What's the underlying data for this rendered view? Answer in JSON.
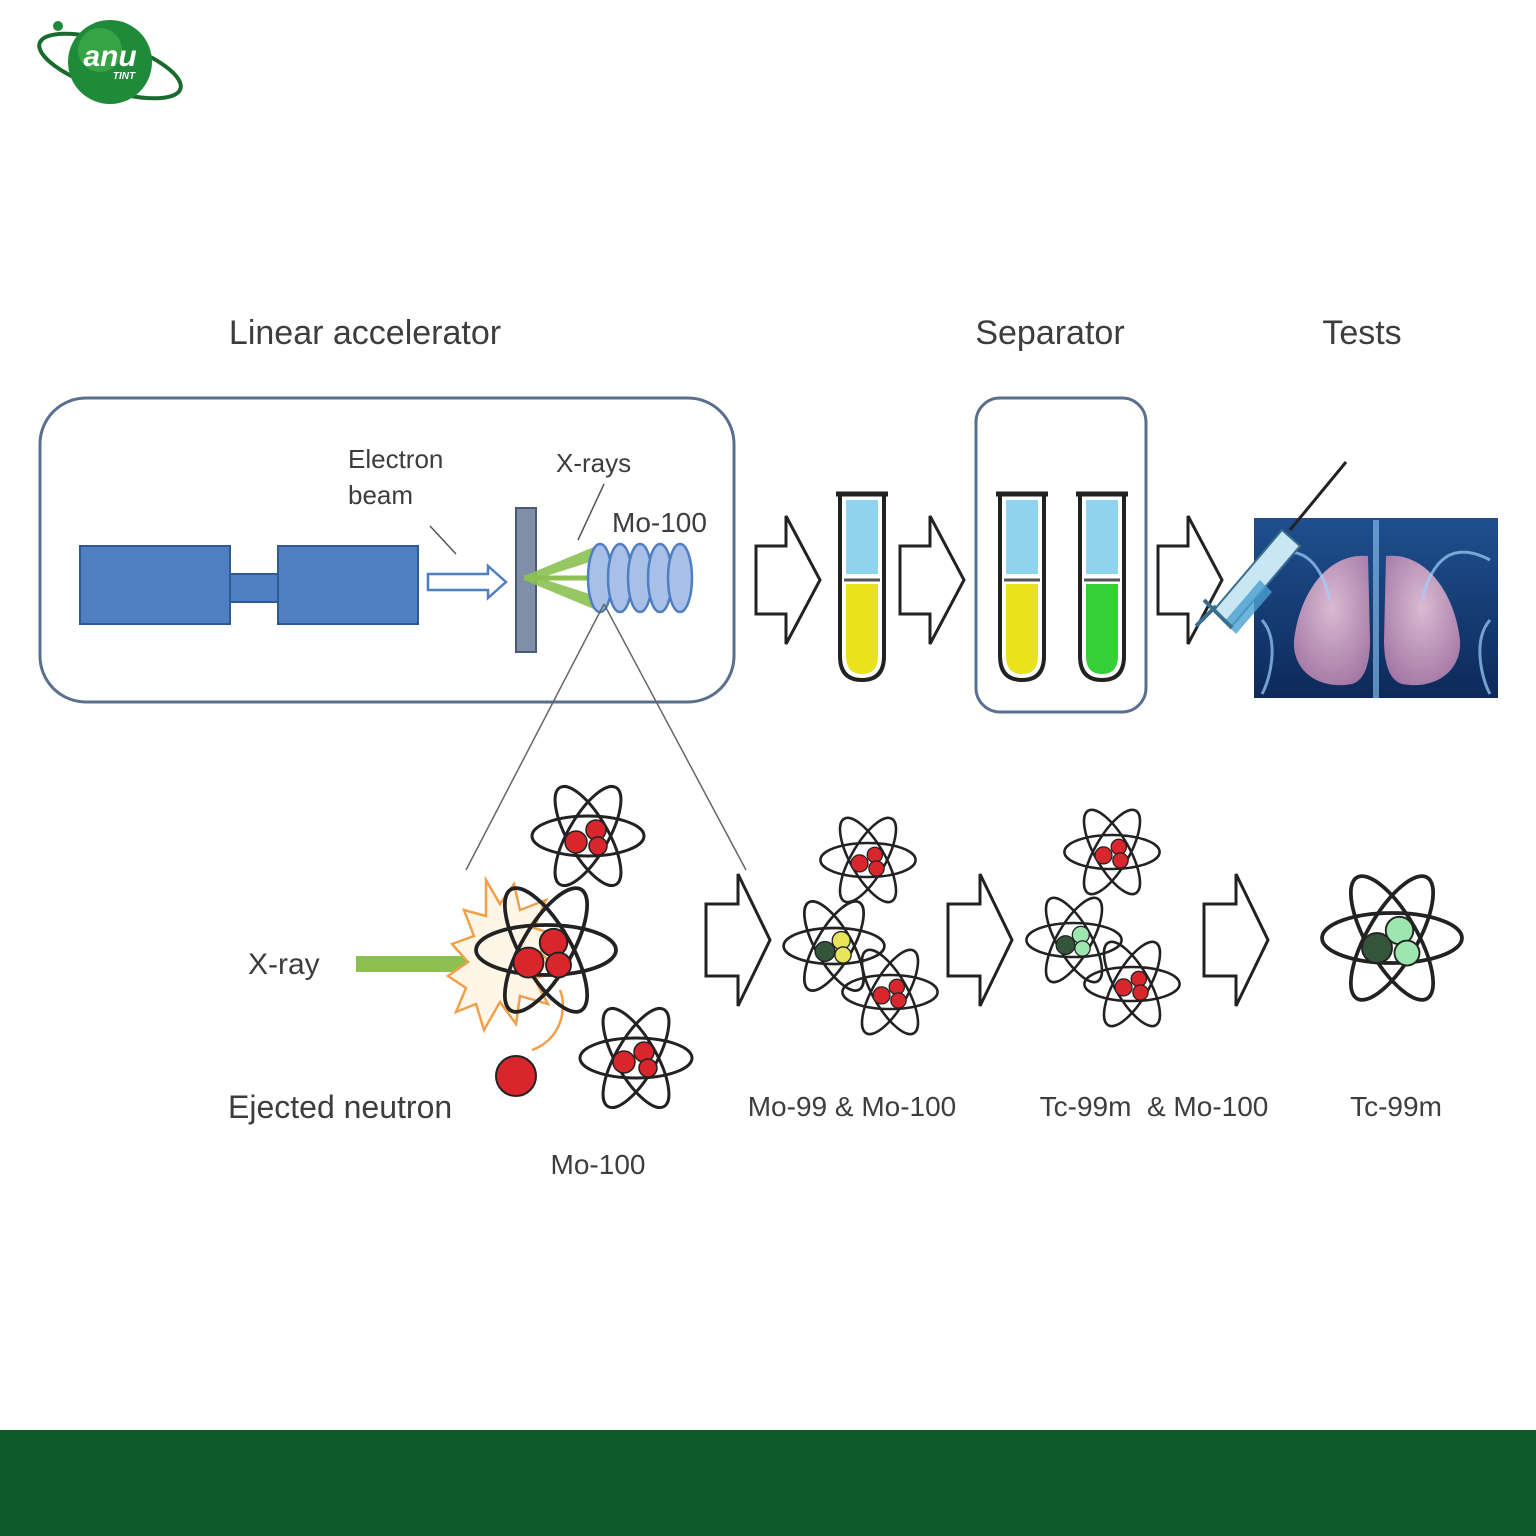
{
  "logo": {
    "text_main": "anu",
    "text_sub": "TINT",
    "colors": {
      "sphere": "#1e8a3a",
      "ring": "#1a6a2e"
    }
  },
  "sections": {
    "linear_accelerator": "Linear accelerator",
    "separator": "Separator",
    "tests": "Tests"
  },
  "labels": {
    "electron_beam_line1": "Electron",
    "electron_beam_line2": "beam",
    "x_rays": "X-rays",
    "mo100_target": "Mo-100",
    "x_ray": "X-ray",
    "ejected_neutron": "Ejected neutron",
    "mo100_bottom": "Mo-100",
    "mo99_mo100": "Mo-99 & Mo-100",
    "tc99m_mo100": "Tc-99m  & Mo-100",
    "tc99m": "Tc-99m"
  },
  "colors": {
    "accelerator_block": "#4f7fc0",
    "accelerator_outline": "#2d5a94",
    "panel_outline": "#5a6f8e",
    "xray_green": "#8cc152",
    "tube_blue": "#8fd3ee",
    "tube_yellow": "#e9e21c",
    "tube_green": "#35d035",
    "nucleus_red": "#d9262c",
    "nucleus_yellow": "#e7e45a",
    "nucleus_darkgreen": "#35553a",
    "nucleus_lightgreen": "#9ee6b0",
    "burst_orange": "#f0a04a",
    "footer": "#0e5a2b"
  }
}
